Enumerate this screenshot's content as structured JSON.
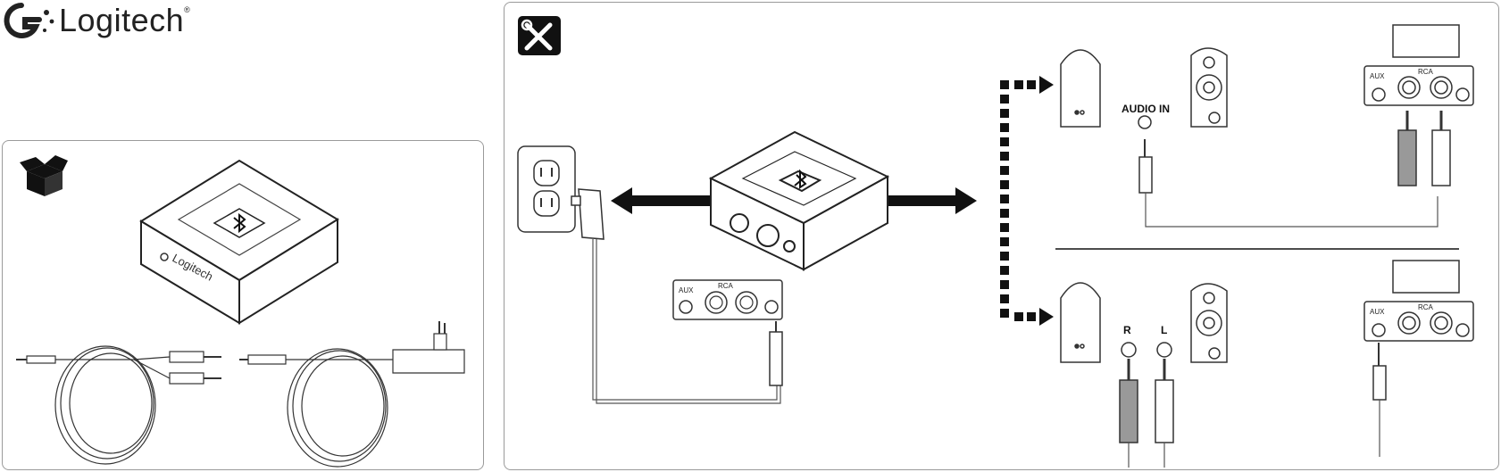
{
  "brand": {
    "name": "Logitech",
    "trademark": "®"
  },
  "icons": {
    "box_icon": "open-box-icon",
    "tools_icon": "tools-icon",
    "bluetooth": "bluetooth-icon"
  },
  "panel_box": {
    "device_brand_label": "Logitech"
  },
  "panel_setup": {
    "jack_panel": {
      "aux": "AUX",
      "rca": "RCA"
    },
    "top_row": {
      "audio_in": "AUDIO IN"
    },
    "bottom_row": {
      "right": "R",
      "left": "L"
    }
  }
}
